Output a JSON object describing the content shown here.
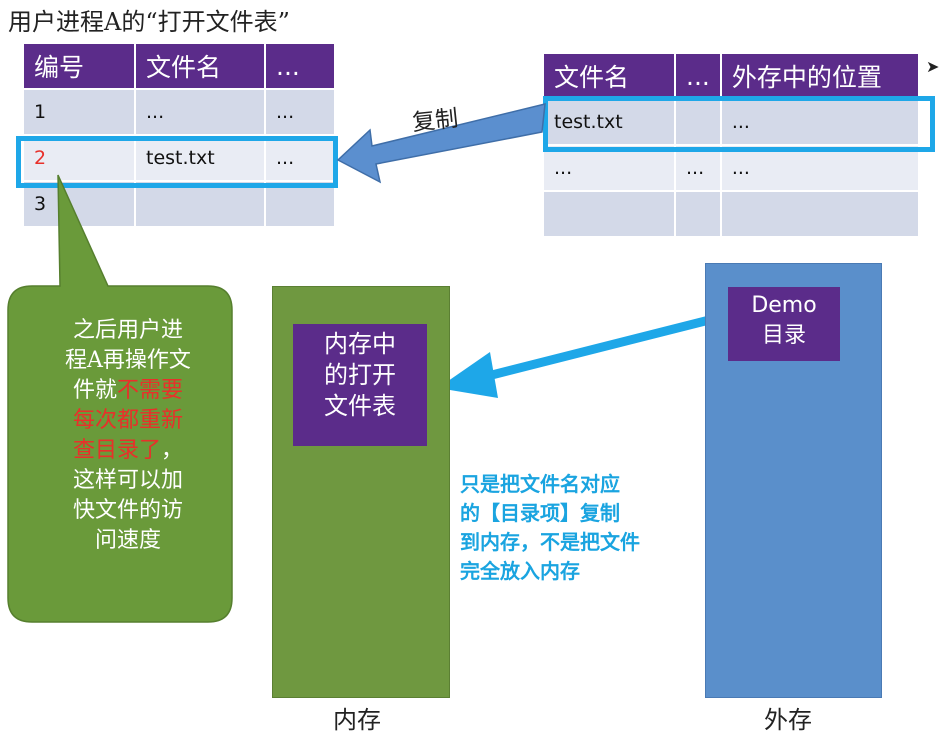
{
  "title": "用户进程A的“打开文件表”",
  "table_a": {
    "headers": [
      "编号",
      "文件名",
      "..."
    ],
    "rows": [
      [
        "1",
        "...",
        "..."
      ],
      [
        "2",
        "test.txt",
        "..."
      ],
      [
        "3",
        "",
        ""
      ]
    ]
  },
  "table_b": {
    "headers": [
      "文件名",
      "...",
      "外存中的位置"
    ],
    "rows": [
      [
        "test.txt",
        "",
        "..."
      ],
      [
        "...",
        "...",
        "..."
      ],
      [
        "",
        "",
        ""
      ]
    ]
  },
  "copy_label": "复制",
  "callout": {
    "line1": "之后用户进",
    "line2": "程A再操作文",
    "line3_plain": "件就",
    "line3_red": "不需要",
    "line4_red": "每次都重新",
    "line5_red": "查目录了",
    "line5_plain": "，",
    "line6": "这样可以加",
    "line7": "快文件的访",
    "line8": "问速度"
  },
  "memory_box": {
    "line1": "内存中",
    "line2": "的打开",
    "line3": "文件表"
  },
  "ext_box": {
    "line1": "Demo",
    "line2": "目录"
  },
  "blue_note": {
    "line1": "只是把文件名对应",
    "line2": "的【目录项】复制",
    "line3": "到内存，不是把文件",
    "line4": "完全放入内存"
  },
  "captions": {
    "memory": "内存",
    "external": "外存"
  },
  "colors": {
    "purple": "#5b2c8a",
    "highlight_blue": "#1ea7e8",
    "memory_green": "#6f9840",
    "external_blue": "#5a8fcb",
    "callout_green": "#6a9a3a",
    "red_text": "#e8302a"
  }
}
